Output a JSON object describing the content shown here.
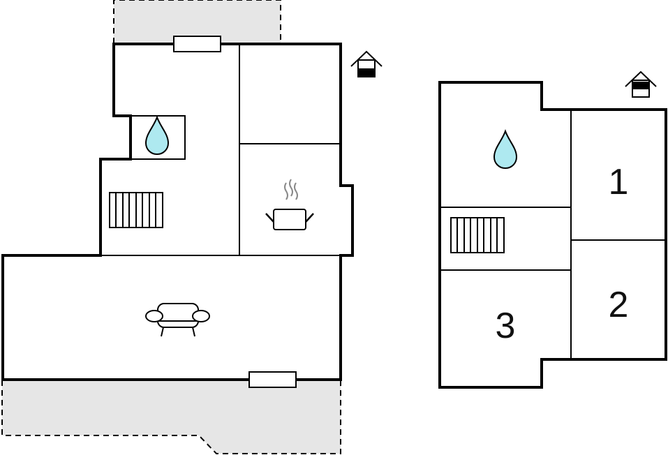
{
  "floor_plans": [
    {
      "id": "ground-floor",
      "floor_indicator_icon": "house-ground-floor-icon",
      "rooms": [
        {
          "type": "bathroom",
          "icon": "water-drop-icon"
        },
        {
          "type": "kitchen",
          "icon": "cooking-pot-icon"
        },
        {
          "type": "living-room",
          "icon": "armchair-icon"
        },
        {
          "type": "room",
          "icon": ""
        }
      ],
      "stairs": true,
      "windows": 2,
      "outdoor_areas": 2
    },
    {
      "id": "upper-floor",
      "floor_indicator_icon": "house-upper-floor-icon",
      "rooms": [
        {
          "type": "bathroom",
          "icon": "water-drop-icon"
        },
        {
          "type": "bedroom",
          "label": "1"
        },
        {
          "type": "bedroom",
          "label": "2"
        },
        {
          "type": "bedroom",
          "label": "3"
        }
      ],
      "stairs": true
    }
  ],
  "colors": {
    "wall": "#000000",
    "outdoor_fill": "#e6e6e6",
    "water_fill": "#aee9f0",
    "icon_stroke": "#000000",
    "steam": "#888888"
  }
}
